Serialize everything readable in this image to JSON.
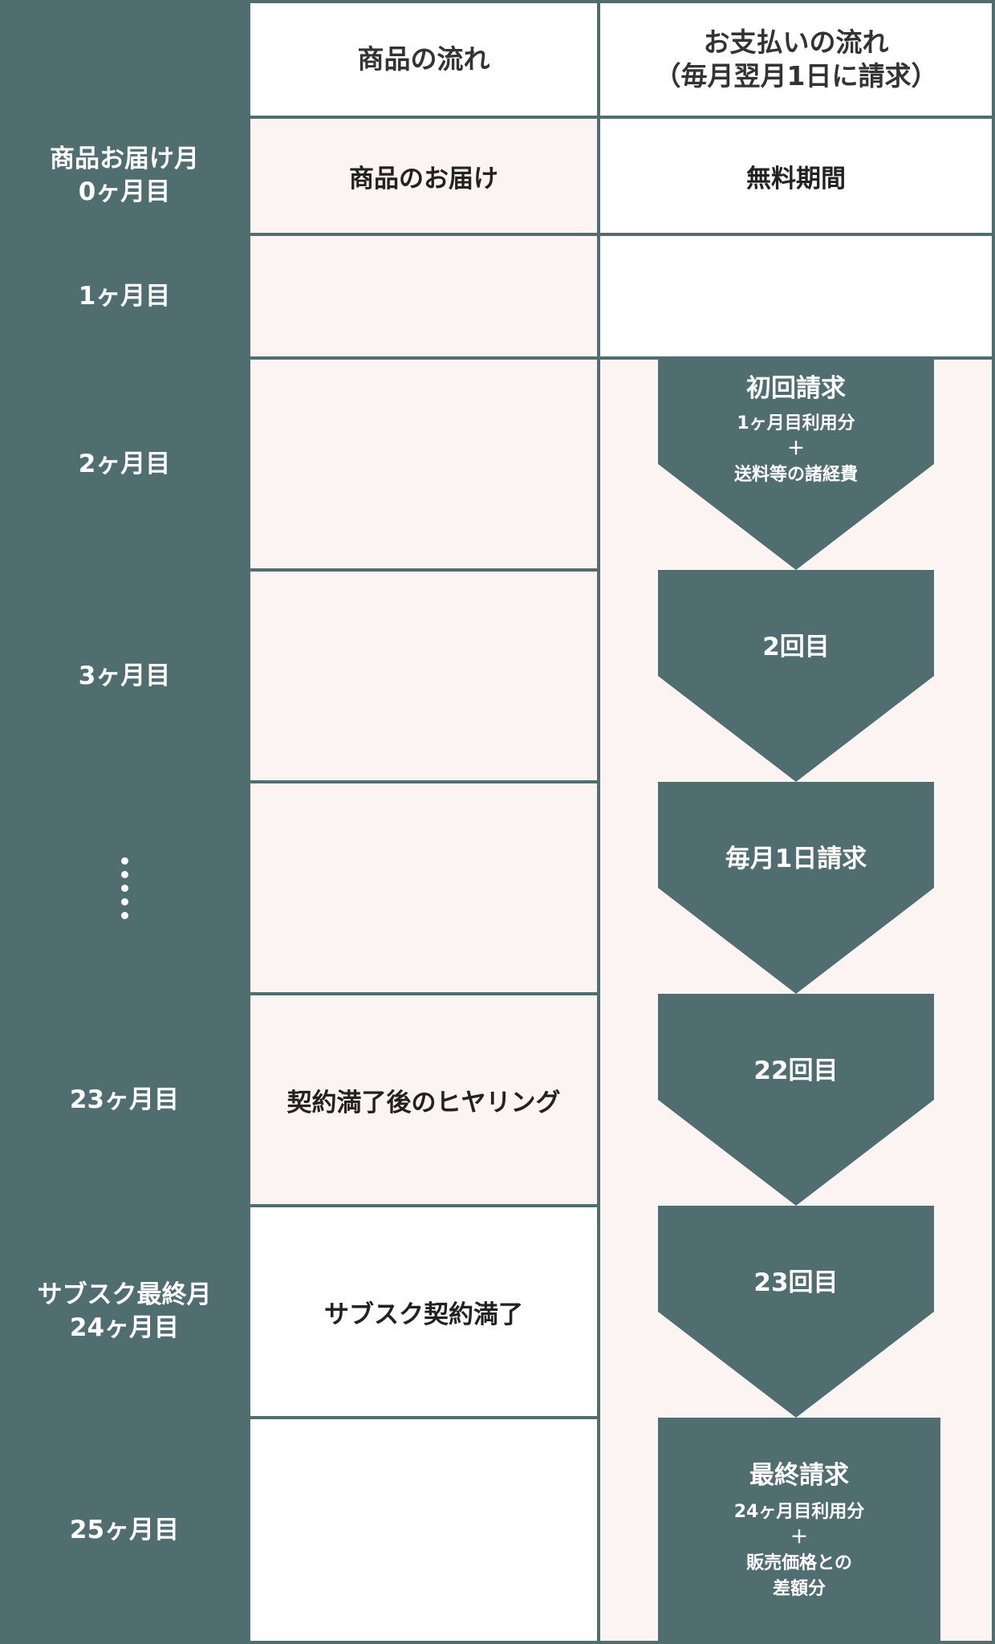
{
  "headers": {
    "goods": "商品の流れ",
    "payment": "お支払いの流れ\n（毎月翌月1日に請求）"
  },
  "months": [
    "商品お届け月\n0ヶ月目",
    "1ヶ月目",
    "2ヶ月目",
    "3ヶ月目",
    "",
    "23ヶ月目",
    "サブスク最終月\n24ヶ月目",
    "25ヶ月目"
  ],
  "goods": {
    "delivery": "商品のお届け",
    "hearing": "契約満了後のヒヤリング",
    "contract_end": "サブスク契約満了"
  },
  "payment": {
    "free_period": "無料期間",
    "first_title": "初回請求",
    "first_detail": "1ヶ月目利用分\n＋\n送料等の諸経費",
    "second": "2回目",
    "monthly": "毎月1日請求",
    "twenty_second": "22回目",
    "twenty_third": "23回目",
    "final_title": "最終請求",
    "final_detail": "24ヶ月目利用分\n＋\n販売価格との\n差額分"
  },
  "colors": {
    "teal": "#506e70",
    "pink": "#fcf3f3",
    "white": "#ffffff"
  },
  "icons": {
    "ellipsis": "vertical-dots-icon"
  }
}
